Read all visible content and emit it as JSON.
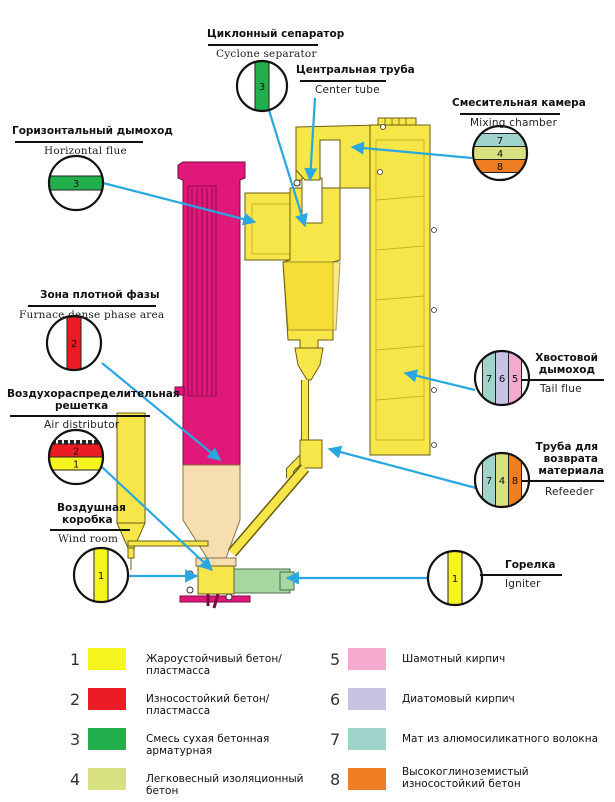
{
  "labels": {
    "cyclone": {
      "ru": "Циклонный сепаратор",
      "en": "Cyclone separator"
    },
    "center_tube": {
      "ru": "Центральная труба",
      "en": "Center tube"
    },
    "mixing": {
      "ru": "Смесительная камера",
      "en": "Mixing chamber"
    },
    "horiz_flue": {
      "ru": "Горизонтальный дымоход",
      "en": "Horizontal flue"
    },
    "dense_phase": {
      "ru": "Зона плотной фазы",
      "en": "Furnace dense phase area"
    },
    "air_dist": {
      "ru1": "Воздухораспределительная",
      "ru2": "решетка",
      "en": "Air distributor"
    },
    "wind_room": {
      "ru1": "Воздушная",
      "ru2": "коробка",
      "en": "Wind room"
    },
    "tail_flue": {
      "ru1": "Хвостовой",
      "ru2": "дымоход",
      "en": "Tail flue"
    },
    "refeeder": {
      "ru1": "Труба для",
      "ru2": "возврата",
      "ru3": "материала",
      "en": "Refeeder"
    },
    "igniter": {
      "ru": "Горелка",
      "en": "Igniter"
    }
  },
  "circles": {
    "cyclone": [
      "3"
    ],
    "mixing": [
      "7",
      "4",
      "8"
    ],
    "horiz_flue": [
      "3"
    ],
    "dense_phase": [
      "2"
    ],
    "air_dist": [
      "2",
      "1"
    ],
    "wind_room": [
      "1"
    ],
    "tail_flue": [
      "7",
      "6",
      "5"
    ],
    "refeeder": [
      "7",
      "4",
      "8"
    ],
    "igniter": [
      "1"
    ]
  },
  "colors": {
    "1": "#f7f51e",
    "2": "#ec1c24",
    "3": "#22b04d",
    "4": "#d7e17f",
    "5": "#f4a9cf",
    "6": "#c8c2e4",
    "7": "#9fd4cd",
    "8": "#ef7d21",
    "structure_yellow": "#f7e64a",
    "furnace_magenta": "#e0187a",
    "arrow_blue": "#2aa7e0"
  },
  "legend": [
    {
      "num": "1",
      "text": "Жароустойчивый бетон/пластмасса"
    },
    {
      "num": "2",
      "text": "Износостойкий бетон/пластмасса"
    },
    {
      "num": "3",
      "text": "Смесь сухая бетонная арматурная"
    },
    {
      "num": "4",
      "text": "Легковесный изоляционный бетон"
    },
    {
      "num": "5",
      "text": "Шамотный кирпич"
    },
    {
      "num": "6",
      "text": "Диатомовый кирпич"
    },
    {
      "num": "7",
      "text": "Мат из алюмосиликатного волокна"
    },
    {
      "num": "8",
      "text": "Высокоглиноземистый износостойкий бетон"
    }
  ]
}
